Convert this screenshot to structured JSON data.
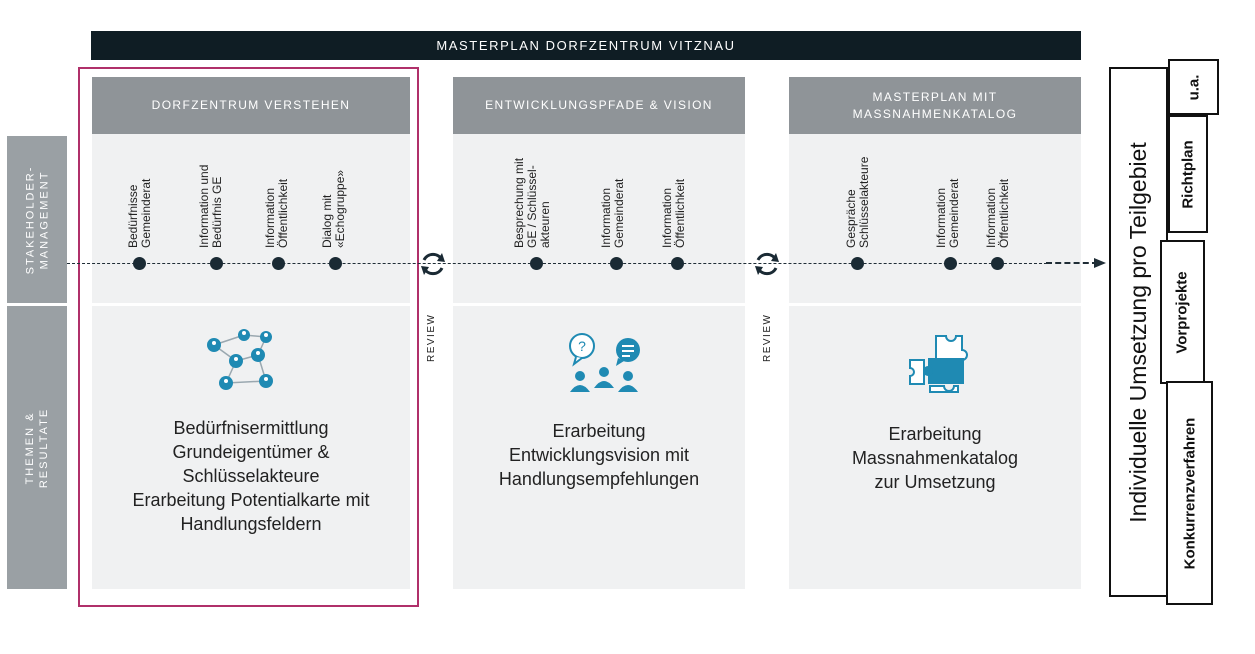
{
  "title": "MASTERPLAN DORFZENTRUM VITZNAU",
  "rows": {
    "stakeholder": "STAKEHOLDER-\nMANAGEMENT",
    "themes": "THEMEN &\nRESULTATE"
  },
  "phases": [
    {
      "heading": "DORFZENTRUM VERSTEHEN",
      "steps": [
        "Bedürfnisse\nGemeinderat",
        "Information und\nBedürfnis GE",
        "Information\nÖffentlichkeit",
        "Dialog mit\n«Echogruppe»"
      ],
      "result": "Bedürfnisermittlung\nGrundeigentümer &\nSchlüsselakteure\nErarbeitung Potentialkarte mit\nHandlungsfeldern"
    },
    {
      "heading": "ENTWICKLUNGSPFADE & VISION",
      "steps": [
        "Besprechung mit\nGE / Schlüssel-\nakteuren",
        "Information\nGemeinderat",
        "Information\nÖffentlichkeit"
      ],
      "result": "Erarbeitung\nEntwicklungsvision mit\nHandlungsempfehlungen"
    },
    {
      "heading": "MASTERPLAN MIT\nMASSNAHMENKATALOG",
      "steps": [
        "Gespräche\nSchlüsselakteure",
        "Information\nGemeinderat",
        "Information\nÖffentlichkeit"
      ],
      "result": "Erarbeitung\nMassnahmenkatalog\nzur Umsetzung"
    }
  ],
  "review_label": "REVIEW",
  "implementation": {
    "main": "Individuelle Umsetzung pro Teilgebiet",
    "items": [
      "u.a.",
      "Richtplan",
      "Vorprojekte",
      "Konkurrenzverfahren"
    ]
  },
  "colors": {
    "dark": "#0f1d24",
    "header_gray": "#8f9498",
    "side_gray": "#9aa0a4",
    "panel": "#f0f1f2",
    "highlight": "#b0306a",
    "icon_blue": "#1f8ab3"
  }
}
